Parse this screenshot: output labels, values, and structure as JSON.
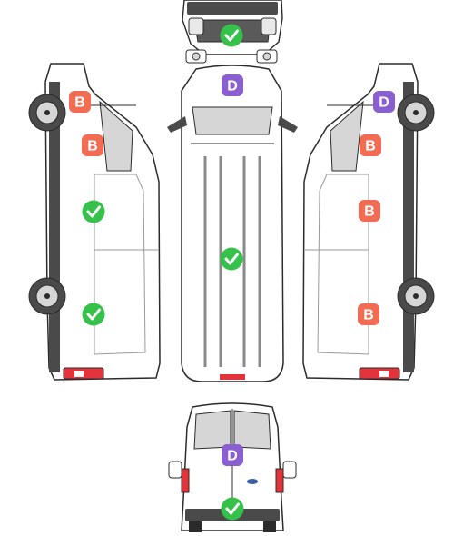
{
  "colors": {
    "outline": "#2b2b2b",
    "body": "#ffffff",
    "glass": "#d6d6d6",
    "trim": "#4a4a4a",
    "light_red": "#e2343a",
    "ok": "#36c14a",
    "cat_b": "#f26b53",
    "cat_d": "#8a5fd0"
  },
  "views": [
    {
      "name": "front-view"
    },
    {
      "name": "left-side-view"
    },
    {
      "name": "roof-view"
    },
    {
      "name": "right-side-view"
    },
    {
      "name": "rear-view"
    }
  ],
  "markers": [
    {
      "view": "front-view",
      "kind": "ok",
      "icon": "check-icon"
    },
    {
      "view": "roof-view",
      "kind": "badge",
      "label": "D",
      "color_key": "cat_d"
    },
    {
      "view": "roof-view",
      "kind": "ok",
      "icon": "check-icon"
    },
    {
      "view": "left-side-view",
      "kind": "badge",
      "label": "B",
      "color_key": "cat_b"
    },
    {
      "view": "left-side-view",
      "kind": "badge",
      "label": "B",
      "color_key": "cat_b"
    },
    {
      "view": "left-side-view",
      "kind": "ok",
      "icon": "check-icon"
    },
    {
      "view": "left-side-view",
      "kind": "ok",
      "icon": "check-icon"
    },
    {
      "view": "right-side-view",
      "kind": "badge",
      "label": "D",
      "color_key": "cat_d"
    },
    {
      "view": "right-side-view",
      "kind": "badge",
      "label": "B",
      "color_key": "cat_b"
    },
    {
      "view": "right-side-view",
      "kind": "badge",
      "label": "B",
      "color_key": "cat_b"
    },
    {
      "view": "right-side-view",
      "kind": "badge",
      "label": "B",
      "color_key": "cat_b"
    },
    {
      "view": "rear-view",
      "kind": "badge",
      "label": "D",
      "color_key": "cat_d"
    },
    {
      "view": "rear-view",
      "kind": "ok",
      "icon": "check-icon"
    }
  ]
}
